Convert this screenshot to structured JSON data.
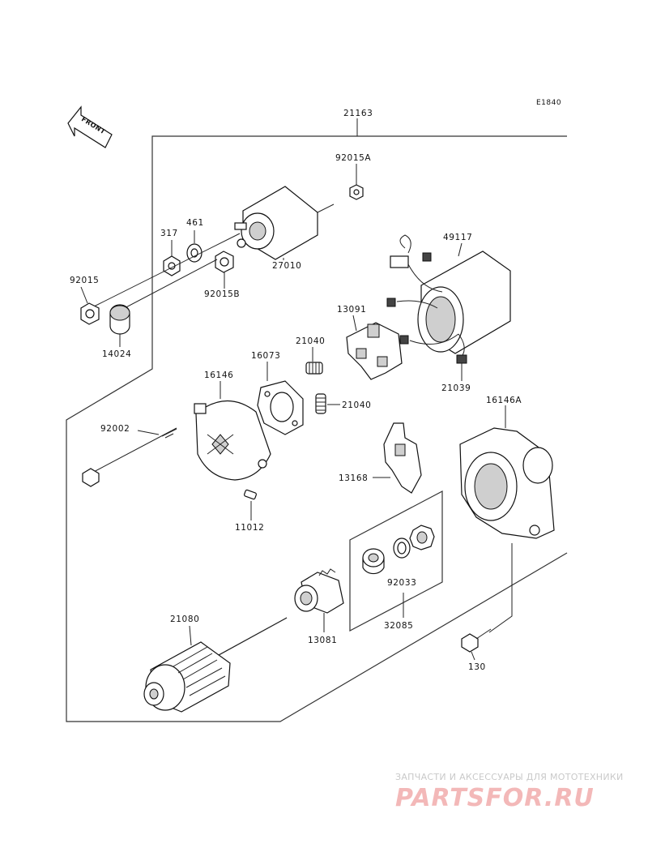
{
  "diagram_code": "E1840",
  "front_label": "FRONT",
  "parts": {
    "p21163": "21163",
    "p92015A": "92015A",
    "p317": "317",
    "p461": "461",
    "p27010": "27010",
    "p49117": "49117",
    "p92015": "92015",
    "p92015B": "92015B",
    "p14024": "14024",
    "p13091": "13091",
    "p21040a": "21040",
    "p16073": "16073",
    "p16146": "16146",
    "p21040b": "21040",
    "p21039": "21039",
    "p16146A": "16146A",
    "p92002": "92002",
    "p13168": "13168",
    "p11012": "11012",
    "p92033": "92033",
    "p32085": "32085",
    "p21080": "21080",
    "p13081": "13081",
    "p130": "130"
  },
  "watermark": {
    "tagline": "ЗАПЧАСТИ И АКСЕССУАРЫ ДЛЯ МОТОТЕХНИКИ",
    "site": "PARTSFOR.RU"
  }
}
